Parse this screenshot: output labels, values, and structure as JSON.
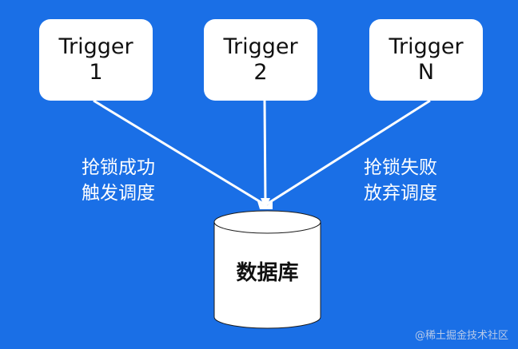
{
  "triggers": [
    {
      "line1": "Trigger",
      "line2": "1"
    },
    {
      "line1": "Trigger",
      "line2": "2"
    },
    {
      "line1": "Trigger",
      "line2": "N"
    }
  ],
  "edge_labels": {
    "success": {
      "line1": "抢锁成功",
      "line2": "触发调度"
    },
    "failure": {
      "line1": "抢锁失败",
      "line2": "放弃调度"
    }
  },
  "database": {
    "label": "数据库"
  },
  "watermark": "@稀土掘金技术社区",
  "colors": {
    "background": "#1a6fe6",
    "node_fill": "#ffffff",
    "edge": "#ffffff",
    "text_dark": "#111111",
    "text_light": "#ffffff"
  }
}
